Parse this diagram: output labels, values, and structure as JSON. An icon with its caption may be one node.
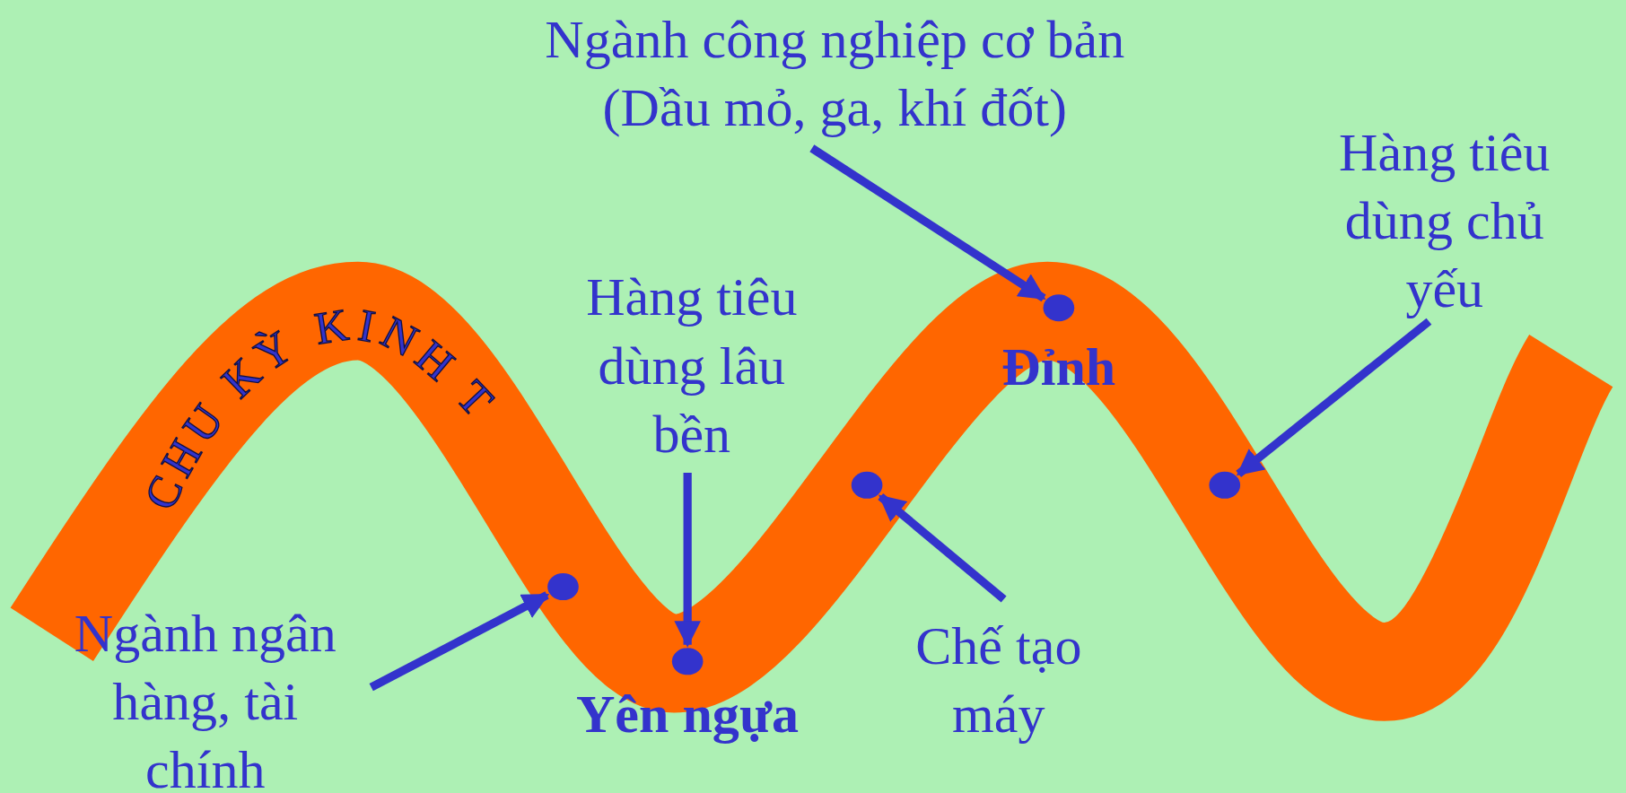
{
  "diagram": {
    "nodes": [
      {
        "text": [
          "Ngành công nghiệp cơ bản (Dầu mỏ, ga, khí đốt)"
        ]
      },
      {
        "text": [
          "Hàng tiêu dùng chủ yếu"
        ]
      },
      {
        "text": [
          "Hàng tiêu dùng lâu bền"
        ]
      },
      {
        "text": [
          "Chế tạo máy"
        ]
      },
      {
        "text": [
          "Ngành ngân hàng, tài chính"
        ]
      },
      {
        "text": [],
        "shape": "circle"
      },
      {
        "text": [],
        "shape": "circle",
        "beside": [
          "Yên ngựa"
        ]
      },
      {
        "text": [],
        "shape": "circle"
      },
      {
        "text": [],
        "shape": "circle",
        "beside": [
          "Đỉnh"
        ]
      },
      {
        "text": [],
        "shape": "circle"
      }
    ],
    "edges": [
      {
        "from": 4,
        "to": 5,
        "arrow": "to"
      },
      {
        "from": 2,
        "to": 6,
        "arrow": "to"
      },
      {
        "from": 3,
        "to": 7,
        "arrow": "to"
      },
      {
        "from": 0,
        "to": 8,
        "arrow": "to"
      },
      {
        "from": 1,
        "to": 9,
        "arrow": "to"
      }
    ],
    "labels": [
      "CHU KỲ KINH T"
    ]
  }
}
